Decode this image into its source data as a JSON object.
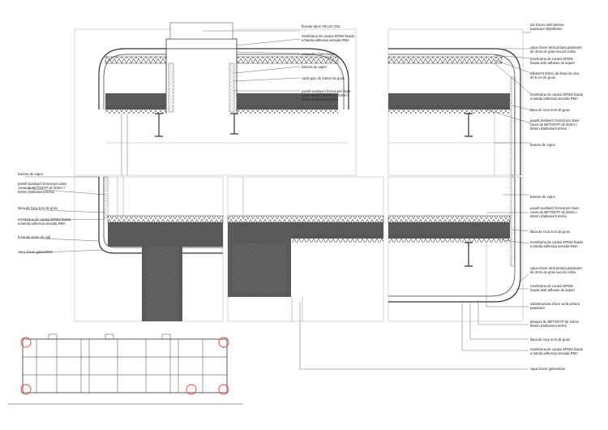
{
  "labels_top_center": [
    "fluxmar tipus VELUX GGL",
    "membrana de cautxú EPDM fixada\na banda adhesiva armada RMA",
    "esquadria d'ancoratge",
    "barrera de vapor",
    "cartó-guix de 13mm de gruix",
    "panell sandwich format per dues\ncares de BETONYP de 20mm i\n60mm d'aïllament tèrmic"
  ],
  "labels_right": [
    "tub d'acer amb pintura\npassivant 100x80mm",
    "xapa d'acer amb pintura passivant\nde 2mm de gruix secció corba",
    "membrana de cautxú EPDM\nfixada amb adhesiu de suport",
    "aïllament tèrmic de llana de roca\nde 8 cm de gruix",
    "membrana de cautxú EPDM fixada\na banda adhesiva armada RMA",
    "llana de roca 2cm de gruix",
    "panell sandwich format per dues\ncares de BETONYP de 20mm i\n60mm d'aïllament tèrmic",
    "barrera de vapor",
    "barrera de vapor",
    "panell sandwich format per dues\ncares de BETONYP de 20mm i\n60mm d'aïllament tèrmic",
    "llana de roca 2cm de gruix",
    "membrana de cautxú EPDM fixada\na banda adhesiva armada RMA",
    "xapa d'acer amb pintura passivant\nde 2mm de gruix secció corba",
    "membrana de cautxú EPDM\nfixada amb adhesiu de suport",
    "subestructura d'acer amb pintura\npassivant",
    "plaques de BETONYP de 10mm\n60mm d'aïllament tèrmic",
    "llana de roca 2cm de gruix",
    "membrana de cautxú EPDM fixada\na banda adhesiva armada RMA",
    "xapa d'acer galvanitzat"
  ],
  "labels_left": [
    "barrera de vapor",
    "panell sandwich format per dues\ncares de BETONYP de 20mm i\n60mm d'aïllament tèrmic",
    "llana de roca 2cm de gruix",
    "membrana de cautxú EPDM fixada\na banda adhesiva armada RMA",
    "fusta de 12cm de radi",
    "xapa d'acer galvanitzat"
  ],
  "colors": {
    "line": "#333333",
    "concrete": "#5a5a5a",
    "hatch": "#9a9a9a",
    "marker": "#e23b3b"
  }
}
